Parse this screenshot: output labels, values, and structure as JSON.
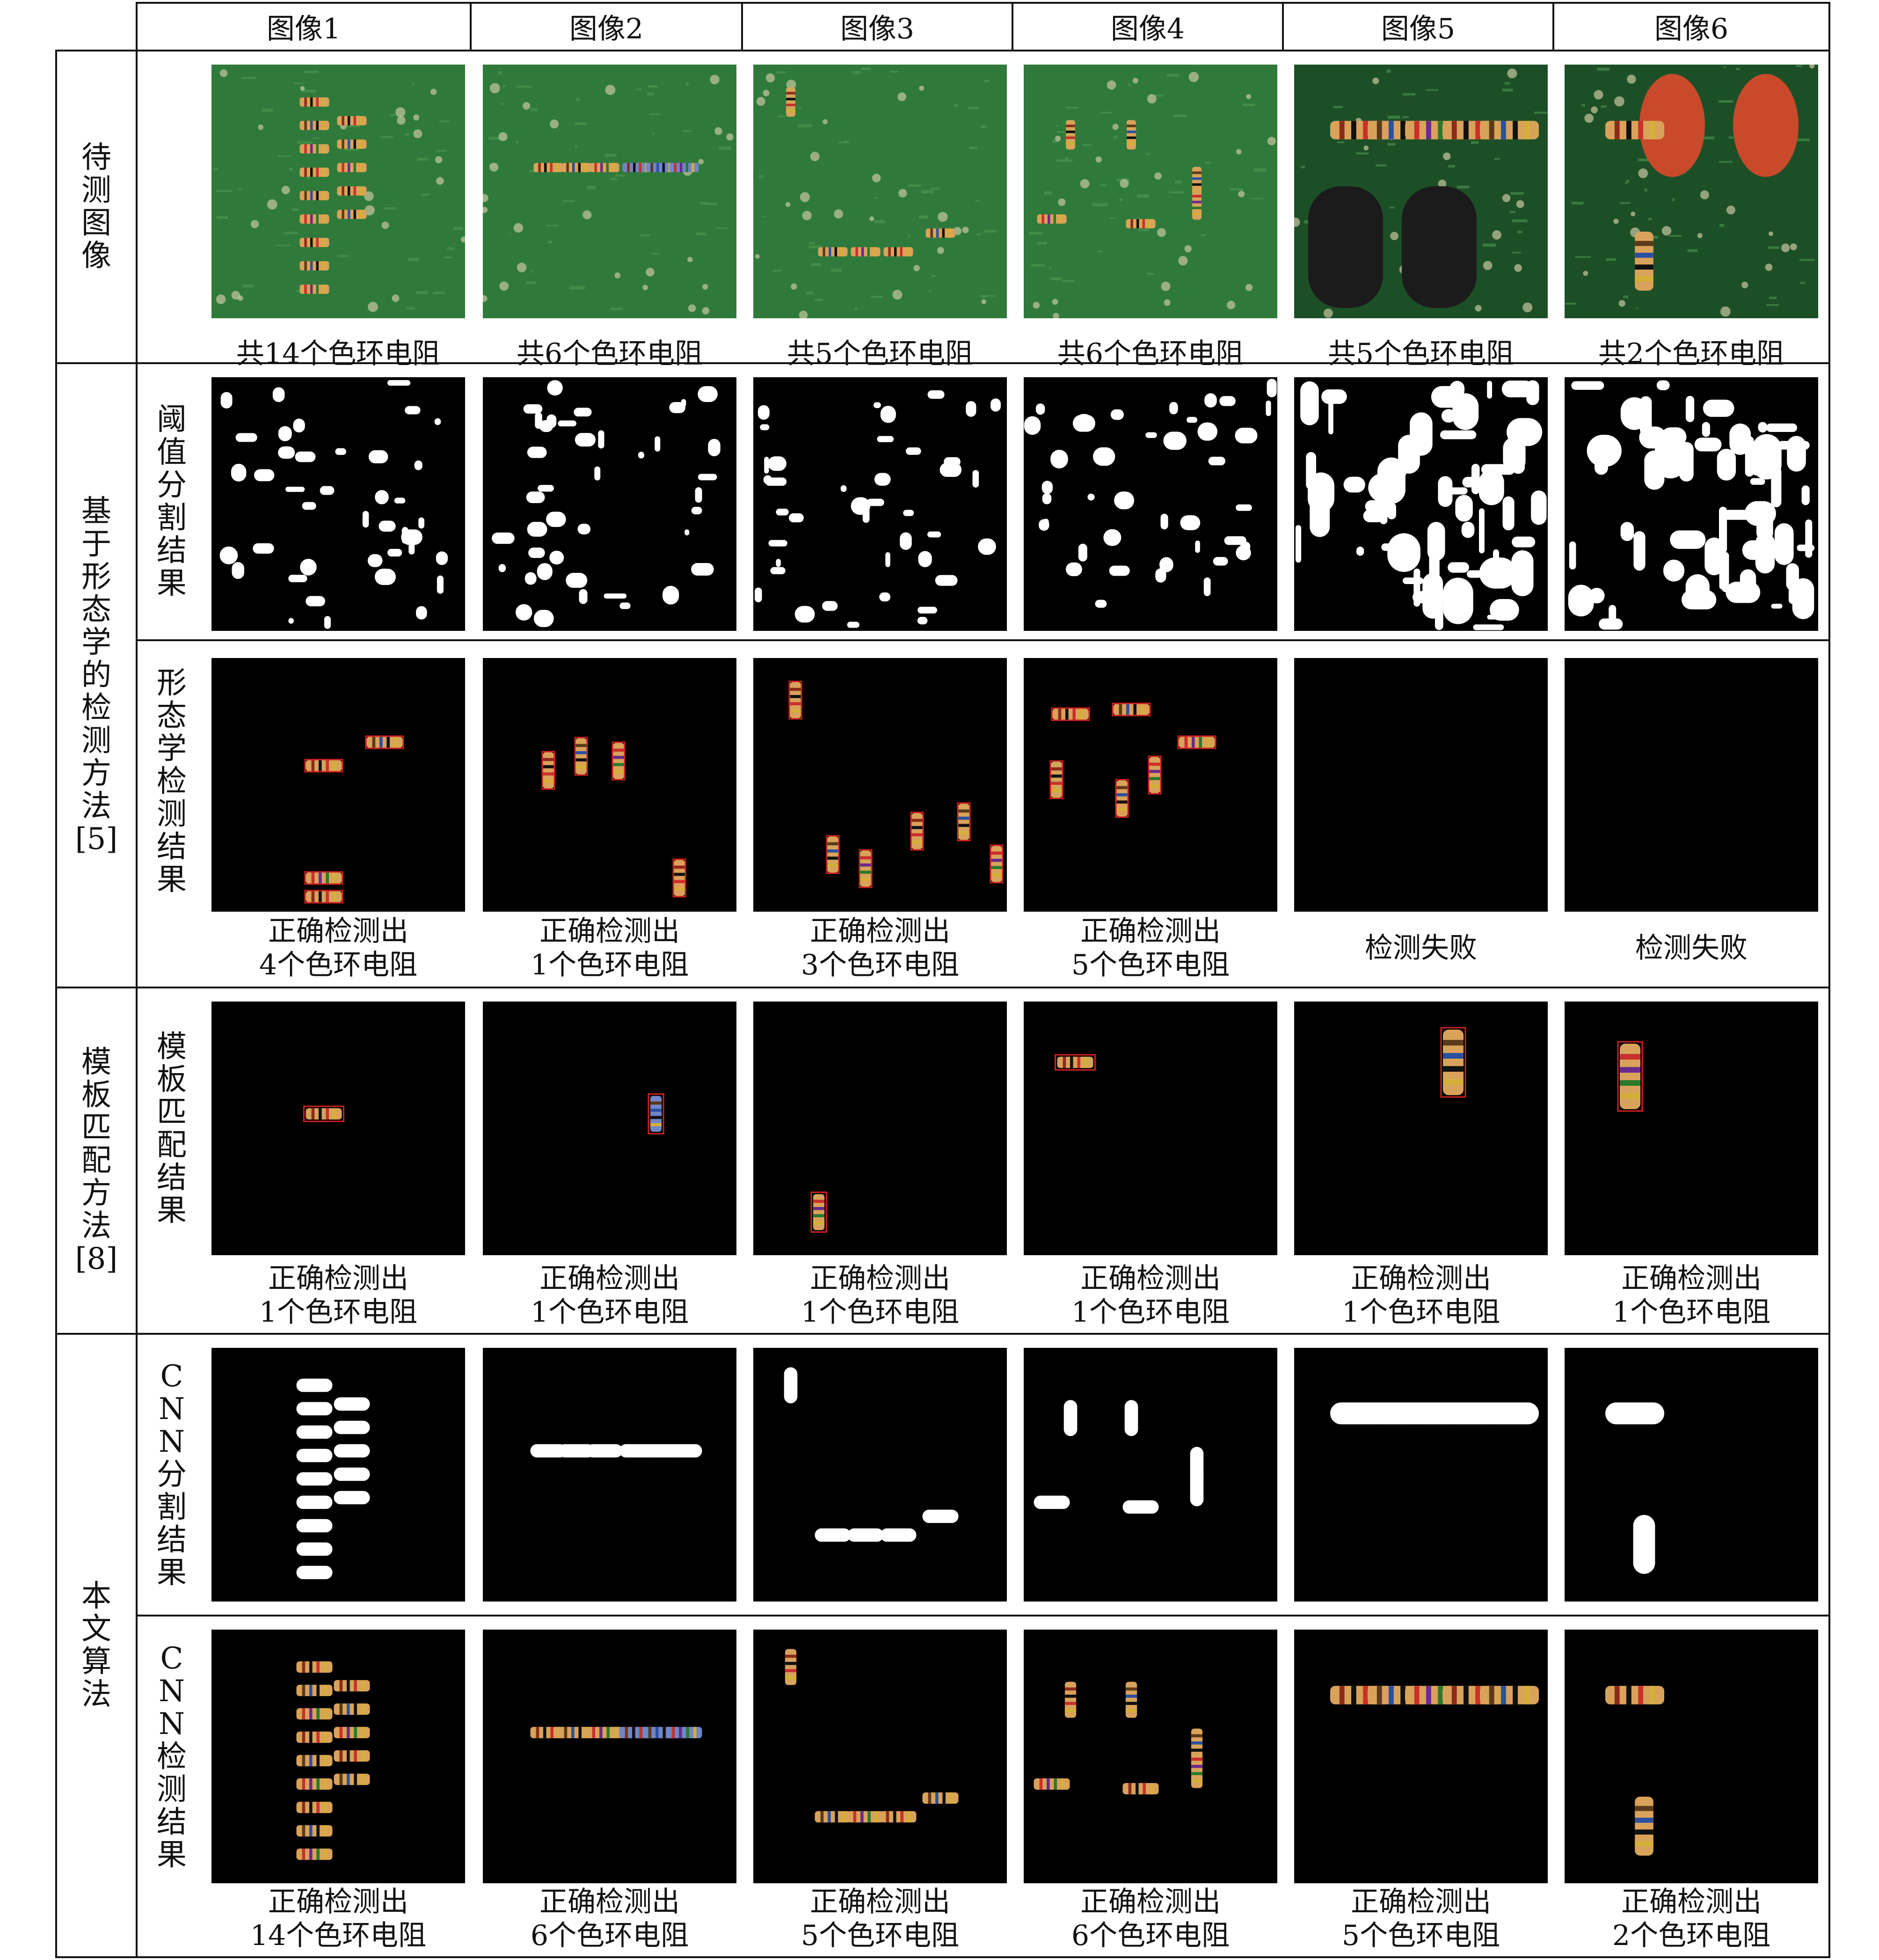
{
  "columns": [
    "图像1",
    "图像2",
    "图像3",
    "图像4",
    "图像5",
    "图像6"
  ],
  "sections": {
    "input": {
      "label": "待测图像"
    },
    "morph": {
      "label": "基于形态学的检测方法[5]"
    },
    "template": {
      "label": "模板匹配方法[8]"
    },
    "ours": {
      "label": "本文算法"
    }
  },
  "rows": {
    "input_images": {
      "captions": [
        "共14个色环电阻",
        "共6个色环电阻",
        "共5个色环电阻",
        "共6个色环电阻",
        "共5个色环电阻",
        "共2个色环电阻"
      ]
    },
    "threshold": {
      "label": "阈值分割结果"
    },
    "morph_detect": {
      "label": "形态学检测结果",
      "captions": [
        [
          "正确检测出",
          "4个色环电阻"
        ],
        [
          "正确检测出",
          "1个色环电阻"
        ],
        [
          "正确检测出",
          "3个色环电阻"
        ],
        [
          "正确检测出",
          "5个色环电阻"
        ],
        [
          "检测失败"
        ],
        [
          "检测失败"
        ]
      ]
    },
    "template_detect": {
      "label": "模板匹配结果",
      "captions": [
        [
          "正确检测出",
          "1个色环电阻"
        ],
        [
          "正确检测出",
          "1个色环电阻"
        ],
        [
          "正确检测出",
          "1个色环电阻"
        ],
        [
          "正确检测出",
          "1个色环电阻"
        ],
        [
          "正确检测出",
          "1个色环电阻"
        ],
        [
          "正确检测出",
          "1个色环电阻"
        ]
      ]
    },
    "cnn_seg": {
      "label": "CNN分割结果"
    },
    "cnn_detect": {
      "label": "CNN检测结果",
      "captions": [
        [
          "正确检测出",
          "14个色环电阻"
        ],
        [
          "正确检测出",
          "6个色环电阻"
        ],
        [
          "正确检测出",
          "5个色环电阻"
        ],
        [
          "正确检测出",
          "6个色环电阻"
        ],
        [
          "正确检测出",
          "5个色环电阻"
        ],
        [
          "正确检测出",
          "2个色环电阻"
        ]
      ]
    }
  },
  "colors": {
    "pcb_green": "#2f7a3a",
    "pcb_dark": "#1d4f27",
    "resistor_body": "#d9a25a",
    "resistor_blue": "#6f86c8",
    "box_red": "#d02020",
    "mask_white": "#ffffff",
    "panel_black": "#000000"
  }
}
